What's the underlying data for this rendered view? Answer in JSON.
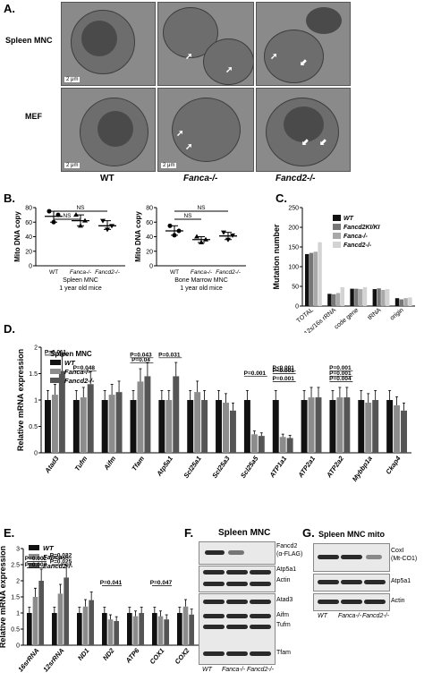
{
  "panelA": {
    "letter": "A.",
    "rows": [
      "Spleen MNC",
      "MEF"
    ],
    "cols": [
      "WT",
      "Fanca-/-",
      "Fancd2-/-"
    ],
    "scale": "2 μm"
  },
  "panelB": {
    "letter": "B.",
    "ylabel": "Mito DNA copy",
    "plots": [
      {
        "xlabels": [
          "WT",
          "Fanca-/-",
          "Fancd2-/-"
        ],
        "caption1": "Spleen MNC",
        "caption2": "1 year old mice",
        "ns1": "NS",
        "ns2": "NS",
        "means": [
          68,
          62,
          55
        ],
        "points": [
          [
            75,
            60,
            70
          ],
          [
            70,
            55,
            62
          ],
          [
            62,
            50,
            55
          ]
        ]
      },
      {
        "xlabels": [
          "WT",
          "Fanca-/-",
          "Fancd2-/-"
        ],
        "caption1": "Bone Marrow MNC",
        "caption2": "1 year old mice",
        "ns1": "NS",
        "ns2": "NS",
        "means": [
          48,
          36,
          41
        ],
        "points": [
          [
            55,
            42,
            48
          ],
          [
            40,
            32,
            36
          ],
          [
            46,
            36,
            42
          ]
        ]
      }
    ],
    "yticks": [
      0,
      20,
      40,
      60,
      80
    ],
    "ylim": [
      0,
      80
    ]
  },
  "panelC": {
    "letter": "C.",
    "ylabel": "Mutation number",
    "categories": [
      "TOTAL",
      "12s/16s rRNA",
      "code gene",
      "tRNA",
      "origin"
    ],
    "series": [
      {
        "name": "WT",
        "color": "#111111",
        "values": [
          132,
          31,
          44,
          43,
          20
        ]
      },
      {
        "name": "Fancd2KI/KI",
        "color": "#777777",
        "values": [
          135,
          30,
          44,
          45,
          17
        ]
      },
      {
        "name": "Fanca-/-",
        "color": "#a9a9a9",
        "values": [
          138,
          33,
          43,
          41,
          20
        ]
      },
      {
        "name": "Fancd2-/-",
        "color": "#d3d3d3",
        "values": [
          162,
          48,
          48,
          43,
          22
        ]
      }
    ],
    "yticks": [
      0,
      50,
      100,
      150,
      200,
      250
    ],
    "ylim": [
      0,
      250
    ]
  },
  "panelD": {
    "letter": "D.",
    "subtitle": "Spleen MNC",
    "ylabel": "Relative mRNA expression",
    "genes": [
      "Atad3",
      "Tufm",
      "Aifm",
      "Tfam",
      "Atp5a1",
      "Scl25a1",
      "Scl25a3",
      "Scl25a5",
      "ATP1a1",
      "ATP2a1",
      "ATP2a2",
      "Mybbp1a",
      "Ckap4"
    ],
    "series": [
      {
        "name": "WT",
        "color": "#111111",
        "values": [
          1.0,
          1.0,
          1.0,
          1.0,
          1.0,
          1.0,
          1.0,
          1.0,
          1.0,
          1.0,
          1.0,
          1.0,
          1.0
        ]
      },
      {
        "name": "Fanca-/-",
        "color": "#8c8c8c",
        "values": [
          1.1,
          1.05,
          1.1,
          1.35,
          1.0,
          1.15,
          0.95,
          0.35,
          0.3,
          1.05,
          1.05,
          0.95,
          0.9
        ]
      },
      {
        "name": "Fancd2-/-",
        "color": "#555555",
        "values": [
          1.55,
          1.3,
          1.15,
          1.45,
          1.45,
          1.0,
          0.8,
          0.32,
          0.28,
          1.05,
          1.05,
          1.0,
          0.8
        ]
      }
    ],
    "yticks": [
      0,
      0.5,
      1,
      1.5,
      2
    ],
    "ylim": [
      0,
      2
    ],
    "pvalues": [
      "P=0.011",
      "P=0.048",
      "P=0.043",
      "P=0.04",
      "P=0.031",
      "P<0.001",
      "P<0.001",
      "P=0.001",
      "P=0.001",
      "P=0.001",
      "P=0.001",
      "P=0.004"
    ]
  },
  "panelE": {
    "letter": "E.",
    "ylabel": "Relative mRNA expression",
    "genes": [
      "16srRNA",
      "12srRNA",
      "ND1",
      "ND2",
      "ATP6",
      "COX1",
      "COX2"
    ],
    "series": [
      {
        "name": "WT",
        "color": "#111111",
        "values": [
          1.0,
          1.0,
          1.0,
          1.0,
          1.0,
          1.0,
          1.0
        ]
      },
      {
        "name": "Fanca-/-",
        "color": "#8c8c8c",
        "values": [
          1.5,
          1.6,
          1.2,
          0.8,
          0.9,
          0.9,
          1.2
        ]
      },
      {
        "name": "Fancd2-/-",
        "color": "#555555",
        "values": [
          2.0,
          2.1,
          1.4,
          0.75,
          1.0,
          0.8,
          0.95
        ]
      }
    ],
    "yticks": [
      0,
      0.5,
      1,
      1.5,
      2,
      2.5,
      3
    ],
    "ylim": [
      0,
      3
    ],
    "pvalues": [
      "P=0.002",
      "P=0.003",
      "P=0.032",
      "P=0.025",
      "P=0.041",
      "P=0.047"
    ]
  },
  "panelF": {
    "letter": "F.",
    "title": "Spleen MNC",
    "labels": [
      "Fancd2",
      "(α-FLAG)",
      "Atp5a1",
      "Actin",
      "Atad3",
      "Aifm",
      "Tufm",
      "Tfam"
    ],
    "lanes": [
      "WT",
      "Fanca-/-",
      "Fancd2-/-"
    ]
  },
  "panelG": {
    "letter": "G.",
    "title": "Spleen MNC mito",
    "labels": [
      "CoxI",
      "(Mt-CO1)",
      "Atp5a1",
      "Actin"
    ],
    "lanes": [
      "WT",
      "Fanca-/-",
      "Fancd2-/-"
    ]
  }
}
